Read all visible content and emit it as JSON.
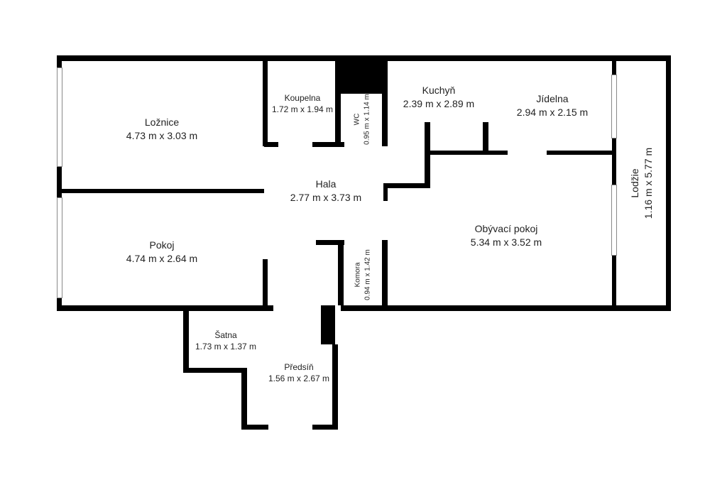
{
  "rooms": [
    {
      "name": "Ložnice",
      "dims": "4.73 m x 3.03 m"
    },
    {
      "name": "Koupelna",
      "dims": "1.72 m x 1.94 m"
    },
    {
      "name": "WC",
      "dims": "0.95 m x 1.14 m"
    },
    {
      "name": "Kuchyň",
      "dims": "2.39 m x 2.89 m"
    },
    {
      "name": "Jídelna",
      "dims": "2.94 m x 2.15 m"
    },
    {
      "name": "Lodžie",
      "dims": "1.16 m x 5.77 m"
    },
    {
      "name": "Hala",
      "dims": "2.77 m x 3.73 m"
    },
    {
      "name": "Obývací pokoj",
      "dims": "5.34 m x 3.52 m"
    },
    {
      "name": "Pokoj",
      "dims": "4.74 m x 2.64 m"
    },
    {
      "name": "Komora",
      "dims": "0.94 m x 1.42 m"
    },
    {
      "name": "Šatna",
      "dims": "1.73 m x 1.37 m"
    },
    {
      "name": "Předsíň",
      "dims": "1.56 m x 2.67 m"
    }
  ]
}
